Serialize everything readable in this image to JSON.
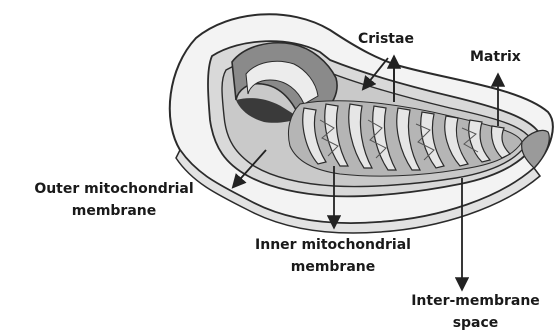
{
  "title": "",
  "labels": {
    "cristae": "Cristae",
    "matrix": "Matrix",
    "outer": {
      "line1": "Outer mitochondrial",
      "line2": "membrane"
    },
    "inner": {
      "line1": "Inner mitochondrial",
      "line2": "membrane"
    },
    "intermembrane": {
      "line1": "Inter-membrane",
      "line2": "space"
    }
  },
  "colors": {
    "outline": "#2b2b2b",
    "outer_membrane": "#f2f2f2",
    "inner_membrane": "#d9d9d9",
    "matrix": "#bfbfbf",
    "label_text": "#1a1a1a"
  }
}
